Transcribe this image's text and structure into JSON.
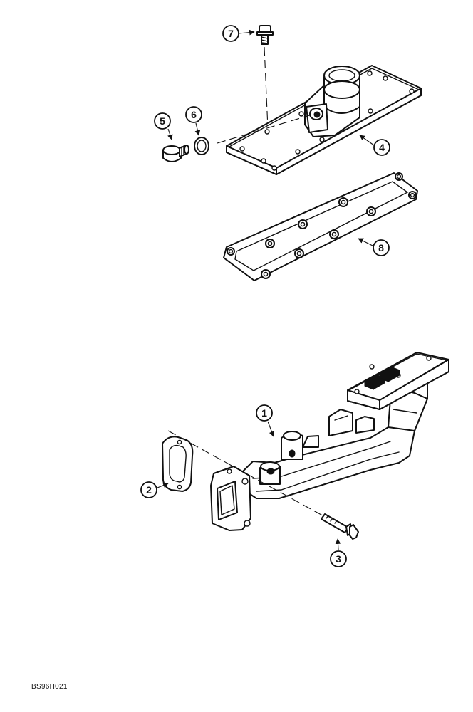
{
  "callouts": {
    "c1": "1",
    "c2": "2",
    "c3": "3",
    "c4": "4",
    "c5": "5",
    "c6": "6",
    "c7": "7",
    "c8": "8"
  },
  "figure_code": "BS96H021",
  "colors": {
    "ink": "#111111",
    "paper": "#ffffff"
  }
}
